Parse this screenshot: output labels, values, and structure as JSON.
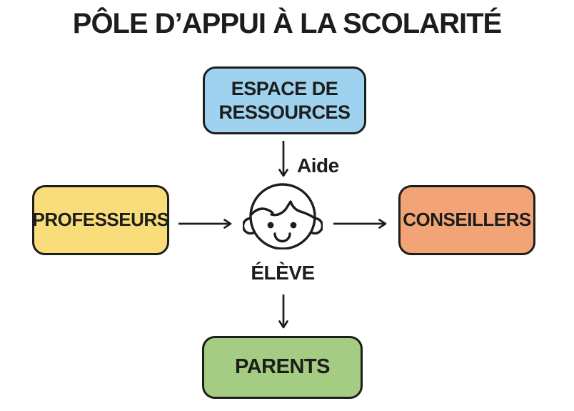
{
  "title": "PÔLE D’APPUI À LA SCOLARITÉ",
  "diagram": {
    "nodes": {
      "resources": {
        "label": "ESPACE DE\nRESSOURCES",
        "color": "#9FD2EE"
      },
      "teachers": {
        "label": "PROFESSEURS",
        "color": "#FADD7B"
      },
      "counselors": {
        "label": "CONSEILLERS",
        "color": "#F2A477"
      },
      "parents": {
        "label": "PARENTS",
        "color": "#A4CD83"
      },
      "student": {
        "label": "ÉLÈVE",
        "icon": "child-face-icon"
      }
    },
    "edges": [
      {
        "from": "ESPACE DE RESSOURCES",
        "to": "ÉLÈVE",
        "label": "Aide",
        "direction": "down"
      },
      {
        "from": "PROFESSEURS",
        "to": "ÉLÈVE",
        "direction": "right"
      },
      {
        "from": "ÉLÈVE",
        "to": "CONSEILLERS",
        "direction": "right"
      },
      {
        "from": "ÉLÈVE",
        "to": "PARENTS",
        "direction": "down"
      }
    ]
  },
  "colors": {
    "outline": "#1D1D1B",
    "background": "#FFFFFF"
  }
}
